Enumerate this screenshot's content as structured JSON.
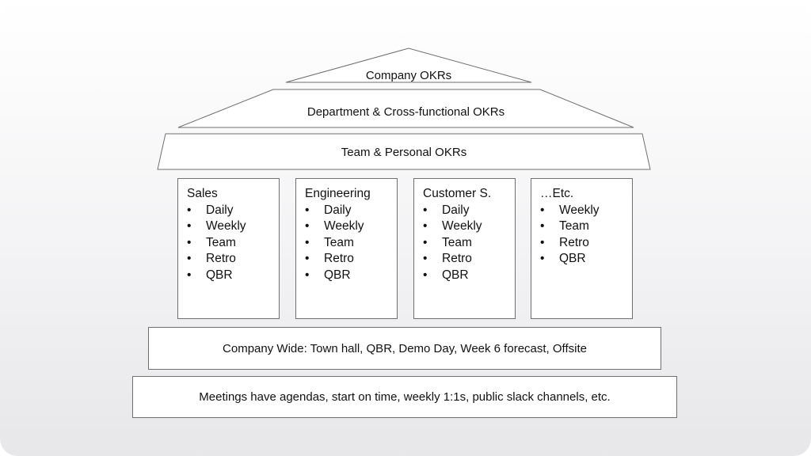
{
  "roof": {
    "company": "Company OKRs",
    "department": "Department & Cross-functional OKRs",
    "team": "Team & Personal OKRs"
  },
  "pillars": [
    {
      "title": "Sales",
      "items": [
        "Daily",
        "Weekly",
        "Team",
        "Retro",
        "QBR"
      ]
    },
    {
      "title": "Engineering",
      "items": [
        "Daily",
        "Weekly",
        "Team",
        "Retro",
        "QBR"
      ]
    },
    {
      "title": "Customer S.",
      "items": [
        "Daily",
        "Weekly",
        "Team",
        "Retro",
        "QBR"
      ]
    },
    {
      "title": "…Etc.",
      "items": [
        "Weekly",
        "Team",
        "Retro",
        "QBR"
      ]
    }
  ],
  "foundation": {
    "company_wide": "Company Wide: Town hall, QBR, Demo Day, Week 6 forecast, Offsite",
    "meetings": "Meetings have agendas, start on time, weekly 1:1s, public slack channels, etc."
  }
}
